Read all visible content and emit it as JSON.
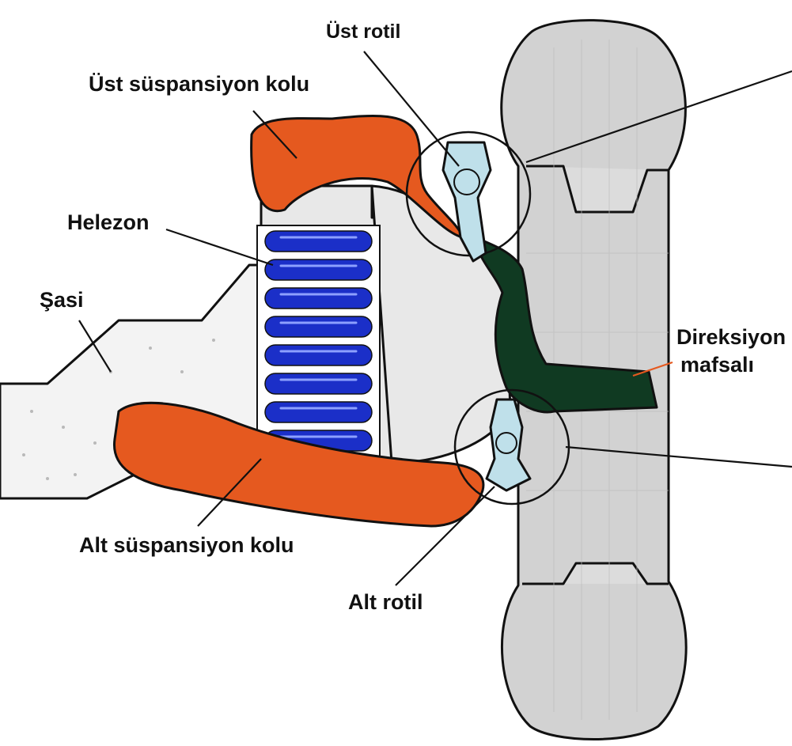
{
  "labels": {
    "ust_rotil": "Üst rotil",
    "ust_suspansiyon_kolu": "Üst süspansiyon kolu",
    "helezon": "Helezon",
    "sasi": "Şasi",
    "direksiyon_line1": "Direksiyon",
    "direksiyon_line2": "mafsalı",
    "alt_suspansiyon_kolu": "Alt süspansiyon kolu",
    "alt_rotil": "Alt rotil"
  },
  "colors": {
    "suspension_arm": "#e5591f",
    "coil_spring": "#1b2fc8",
    "spring_highlight": "#8da0ff",
    "steering_knuckle": "#103a22",
    "ball_joint": "#bfe0ea",
    "tire": "#d2d2d2",
    "chassis": "#f3f3f3",
    "spring_seat": "#e2e2e2",
    "outline": "#111111"
  },
  "icons": {
    "ball_joint": "ball-joint-icon"
  }
}
